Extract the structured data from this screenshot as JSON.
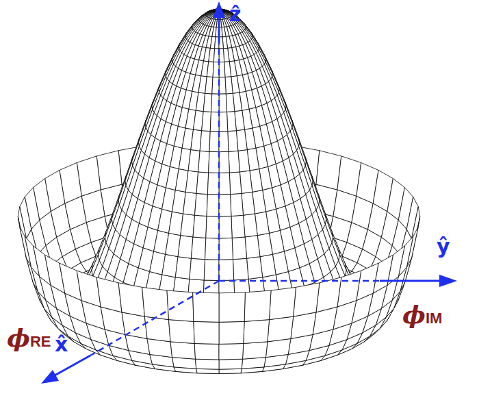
{
  "diagram": {
    "labels": [
      "ẑ",
      "ŷ",
      "x̂",
      "ϕRE",
      "ϕIM"
    ]
  }
}
